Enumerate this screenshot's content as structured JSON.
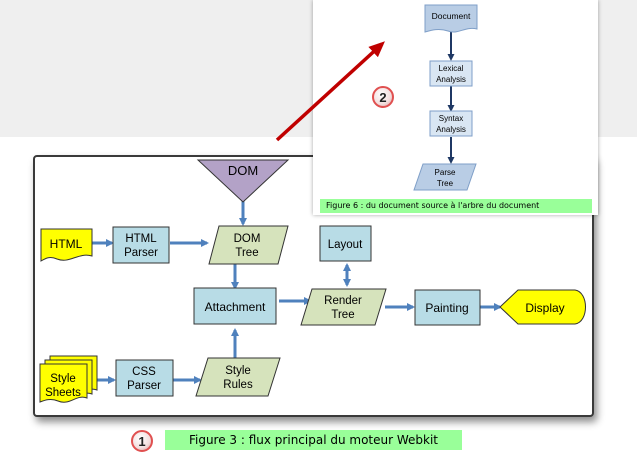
{
  "main_flow": {
    "nodes": {
      "dom": "DOM",
      "html": "HTML",
      "html_parser": [
        "HTML",
        "Parser"
      ],
      "dom_tree": [
        "DOM",
        "Tree"
      ],
      "layout": "Layout",
      "attachment": "Attachment",
      "render_tree": [
        "Render",
        "Tree"
      ],
      "painting": "Painting",
      "display": "Display",
      "style_sheets": [
        "Style",
        "Sheets"
      ],
      "css_parser": [
        "CSS",
        "Parser"
      ],
      "style_rules": [
        "Style",
        "Rules"
      ]
    },
    "caption": "Figure 3 : flux principal du moteur Webkit",
    "badge": "1"
  },
  "inset_flow": {
    "nodes": {
      "document": "Document",
      "lexical": [
        "Lexical",
        "Analysis"
      ],
      "syntax": [
        "Syntax",
        "Analysis"
      ],
      "parse_tree": [
        "Parse",
        "Tree"
      ]
    },
    "caption": "Figure 6 : du document source à l'arbre du document",
    "badge": "2"
  },
  "colors": {
    "box_blue": "#b8dce6",
    "box_green": "#d6e3bc",
    "yellow": "#ffff00",
    "dom_purple": "#b3a2c7",
    "arrow_blue": "#4f81bd",
    "red_arrow": "#c00000",
    "caption_green": "#99ff99"
  }
}
